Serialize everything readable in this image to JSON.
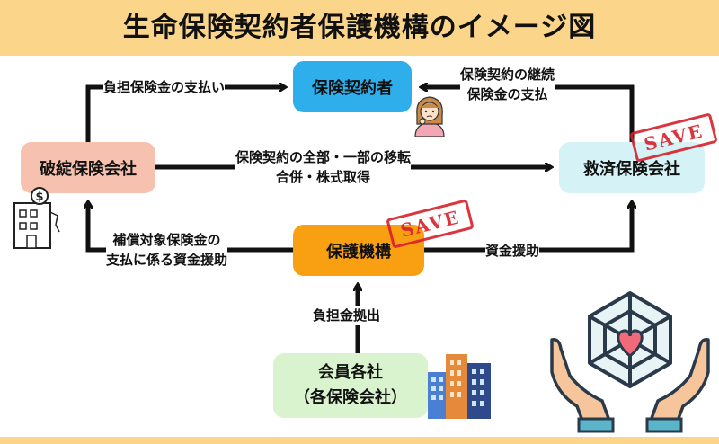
{
  "header": {
    "title": "生命保険契約者保護機構のイメージ図"
  },
  "nodes": {
    "policyholder": "保険契約者",
    "bankrupt": "破綻保険会社",
    "rescue": "救済保険会社",
    "protection_org": "保護機構",
    "members_line1": "会員各社",
    "members_line2": "（各保険会社）"
  },
  "labels": {
    "burden_payment": "負担保険金の支払い",
    "continuation_1": "保険契約の継続",
    "continuation_2": "保険金の支払",
    "transfer_1": "保険契約の全部・一部の移転",
    "transfer_2": "合併・株式取得",
    "compensation_1": "補償対象保険金の",
    "compensation_2": "支払に係る資金援助",
    "fund_support": "資金援助",
    "contribution": "負担金拠出"
  },
  "stamps": {
    "text": "SAVE"
  },
  "colors": {
    "header_bg": "#fbd58a",
    "policyholder": "#2eaeea",
    "bankrupt": "#f6c1ae",
    "rescue": "#d5f3f6",
    "protection_org": "#f8a012",
    "members": "#daf3cf",
    "stamp": "#d9202c"
  },
  "icons": [
    "worried-woman-icon",
    "bankrupt-building-icon",
    "save-stamp",
    "office-buildings-icon",
    "hands-heart-web-icon"
  ]
}
